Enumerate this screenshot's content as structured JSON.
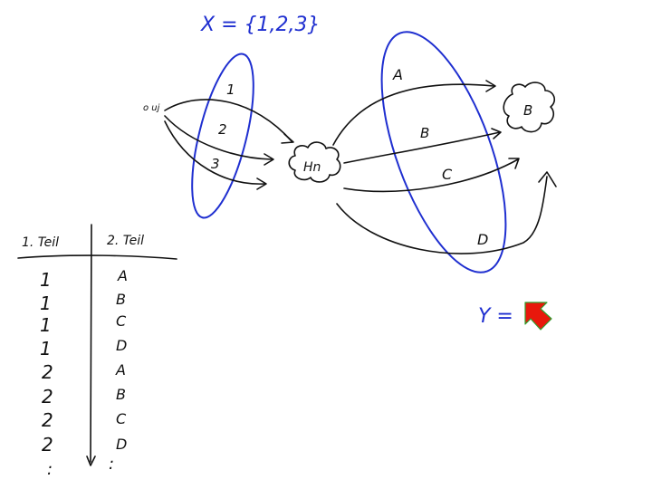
{
  "x_set": {
    "label": "X = {1,2,3}",
    "elements": [
      "1",
      "2",
      "3"
    ]
  },
  "small_note": "o\nuj",
  "hub_label": "Hn",
  "y_set": {
    "elements": [
      "A",
      "B",
      "C",
      "D"
    ]
  },
  "result_label": "B",
  "y_label": "Y =",
  "table": {
    "col1_header": "1. Teil",
    "col2_header": "2. Teil",
    "rows": [
      [
        "1",
        "A"
      ],
      [
        "1",
        "B"
      ],
      [
        "1",
        "C"
      ],
      [
        "1",
        "D"
      ],
      [
        "2",
        "A"
      ],
      [
        "2",
        "B"
      ],
      [
        "2",
        "C"
      ],
      [
        "2",
        "D"
      ]
    ],
    "continuation": ":"
  },
  "colors": {
    "ink": "#111111",
    "marker": "#1f2fd0",
    "cursor": "#e8180c",
    "cursor_edge": "#2e9e2e"
  },
  "icons": {
    "cursor": "arrow-cursor-icon"
  }
}
